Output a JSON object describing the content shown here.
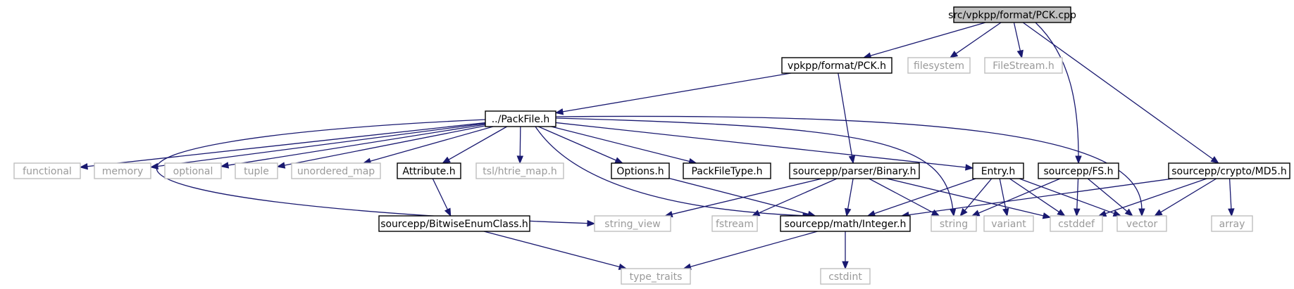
{
  "colors": {
    "edge": "#191970",
    "root_fill": "#bfbfbf",
    "external_border": "#bfbfbf",
    "external_text": "#9a9a9a",
    "node_border": "#000000"
  },
  "nodes": {
    "root": {
      "label": "src/vpkpp/format/PCK.cpp",
      "kind": "root"
    },
    "pck_h": {
      "label": "vpkpp/format/PCK.h",
      "kind": "primary"
    },
    "filesystem": {
      "label": "filesystem",
      "kind": "external"
    },
    "filestream_h": {
      "label": "FileStream.h",
      "kind": "external"
    },
    "packfile_h": {
      "label": "../PackFile.h",
      "kind": "primary"
    },
    "functional": {
      "label": "functional",
      "kind": "external"
    },
    "memory": {
      "label": "memory",
      "kind": "external"
    },
    "optional": {
      "label": "optional",
      "kind": "external"
    },
    "tuple": {
      "label": "tuple",
      "kind": "external"
    },
    "unordered_map": {
      "label": "unordered_map",
      "kind": "external"
    },
    "attribute_h": {
      "label": "Attribute.h",
      "kind": "primary"
    },
    "htrie_map_h": {
      "label": "tsl/htrie_map.h",
      "kind": "external"
    },
    "options_h": {
      "label": "Options.h",
      "kind": "primary"
    },
    "packfiletype_h": {
      "label": "PackFileType.h",
      "kind": "primary"
    },
    "binary_h": {
      "label": "sourcepp/parser/Binary.h",
      "kind": "primary"
    },
    "entry_h": {
      "label": "Entry.h",
      "kind": "primary"
    },
    "fs_h": {
      "label": "sourcepp/FS.h",
      "kind": "primary"
    },
    "md5_h": {
      "label": "sourcepp/crypto/MD5.h",
      "kind": "primary"
    },
    "bitwiseenum_h": {
      "label": "sourcepp/BitwiseEnumClass.h",
      "kind": "primary"
    },
    "string_view": {
      "label": "string_view",
      "kind": "external"
    },
    "fstream": {
      "label": "fstream",
      "kind": "external"
    },
    "integer_h": {
      "label": "sourcepp/math/Integer.h",
      "kind": "primary"
    },
    "string": {
      "label": "string",
      "kind": "external"
    },
    "variant": {
      "label": "variant",
      "kind": "external"
    },
    "cstddef": {
      "label": "cstddef",
      "kind": "external"
    },
    "vector": {
      "label": "vector",
      "kind": "external"
    },
    "array": {
      "label": "array",
      "kind": "external"
    },
    "type_traits": {
      "label": "type_traits",
      "kind": "external"
    },
    "cstdint": {
      "label": "cstdint",
      "kind": "external"
    }
  },
  "edges": [
    [
      "root",
      "pck_h"
    ],
    [
      "root",
      "filesystem"
    ],
    [
      "root",
      "filestream_h"
    ],
    [
      "root",
      "fs_h"
    ],
    [
      "root",
      "md5_h"
    ],
    [
      "pck_h",
      "packfile_h"
    ],
    [
      "pck_h",
      "binary_h"
    ],
    [
      "packfile_h",
      "functional"
    ],
    [
      "packfile_h",
      "memory"
    ],
    [
      "packfile_h",
      "optional"
    ],
    [
      "packfile_h",
      "tuple"
    ],
    [
      "packfile_h",
      "unordered_map"
    ],
    [
      "packfile_h",
      "attribute_h"
    ],
    [
      "packfile_h",
      "htrie_map_h"
    ],
    [
      "packfile_h",
      "options_h"
    ],
    [
      "packfile_h",
      "packfiletype_h"
    ],
    [
      "packfile_h",
      "entry_h"
    ],
    [
      "packfile_h",
      "string_view"
    ],
    [
      "packfile_h",
      "integer_h"
    ],
    [
      "packfile_h",
      "string"
    ],
    [
      "packfile_h",
      "vector"
    ],
    [
      "attribute_h",
      "bitwiseenum_h"
    ],
    [
      "bitwiseenum_h",
      "type_traits"
    ],
    [
      "options_h",
      "integer_h"
    ],
    [
      "binary_h",
      "string_view"
    ],
    [
      "binary_h",
      "fstream"
    ],
    [
      "binary_h",
      "integer_h"
    ],
    [
      "binary_h",
      "string"
    ],
    [
      "binary_h",
      "cstddef"
    ],
    [
      "entry_h",
      "integer_h"
    ],
    [
      "entry_h",
      "string"
    ],
    [
      "entry_h",
      "variant"
    ],
    [
      "entry_h",
      "cstddef"
    ],
    [
      "entry_h",
      "vector"
    ],
    [
      "fs_h",
      "string"
    ],
    [
      "fs_h",
      "cstddef"
    ],
    [
      "fs_h",
      "vector"
    ],
    [
      "md5_h",
      "integer_h"
    ],
    [
      "md5_h",
      "cstddef"
    ],
    [
      "md5_h",
      "vector"
    ],
    [
      "md5_h",
      "array"
    ],
    [
      "integer_h",
      "type_traits"
    ],
    [
      "integer_h",
      "cstdint"
    ]
  ]
}
